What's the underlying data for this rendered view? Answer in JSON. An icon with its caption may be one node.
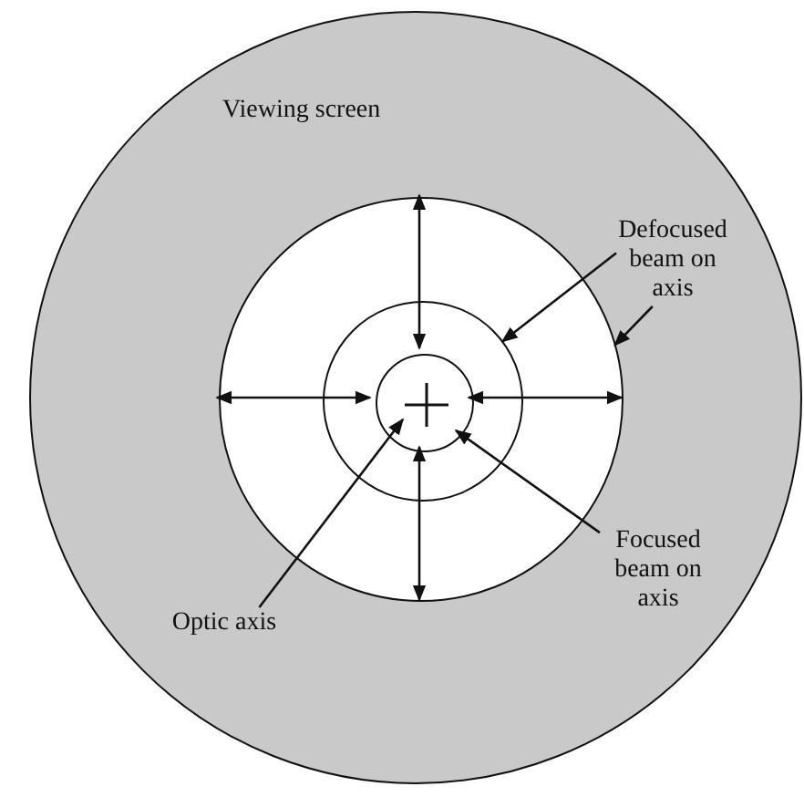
{
  "diagram": {
    "nodes": [
      {
        "text": [
          "Viewing screen"
        ]
      },
      {
        "text": [],
        "shape": "circle",
        "in": 0
      },
      {
        "text": [],
        "shape": "circle",
        "in": 1
      },
      {
        "text": [],
        "shape": "circle",
        "in": 2
      },
      {
        "text": [],
        "shape": "cross",
        "in": 3
      },
      {
        "text": [
          "Defocused beam on axis"
        ],
        "in": 0
      },
      {
        "text": [
          "Focused beam on axis"
        ],
        "in": 0
      },
      {
        "text": [
          "Optic axis"
        ],
        "in": 0
      }
    ],
    "edges": [
      {
        "from": 5,
        "to": 1,
        "arrow": "to"
      },
      {
        "from": 5,
        "to": 2,
        "arrow": "to"
      },
      {
        "from": 6,
        "to": 3,
        "arrow": "to"
      },
      {
        "from": 7,
        "to": 4,
        "arrow": "to"
      },
      {
        "from": 1,
        "to": 3,
        "arrow": "both"
      },
      {
        "from": 1,
        "to": 3,
        "arrow": "both"
      },
      {
        "from": 1,
        "to": 3,
        "arrow": "both"
      },
      {
        "from": 1,
        "to": 3,
        "arrow": "both"
      }
    ]
  }
}
